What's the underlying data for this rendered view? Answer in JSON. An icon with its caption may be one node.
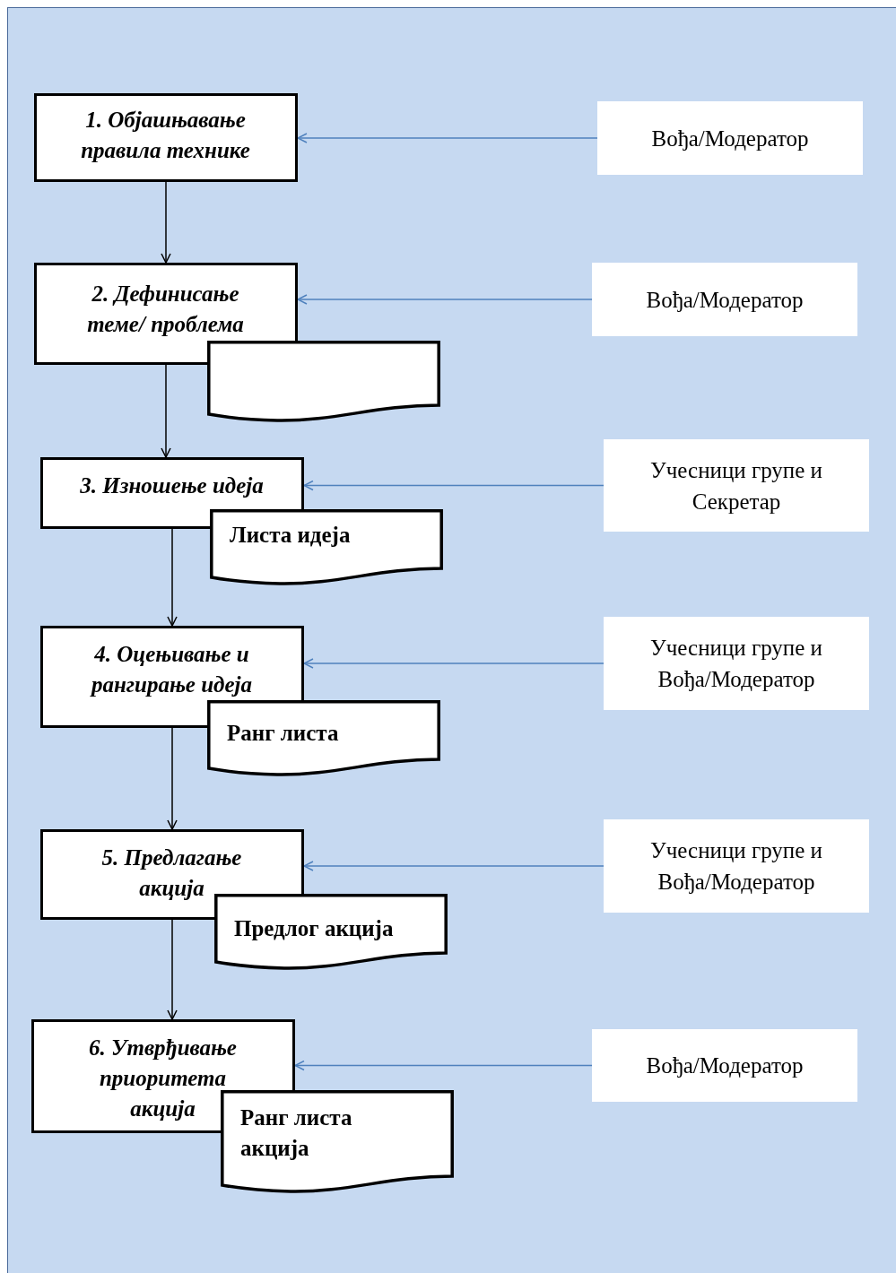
{
  "diagram": {
    "nodes": [
      {
        "text": [
          "1. Објашњавање правила технике"
        ]
      },
      {
        "text": [
          "Вођа/Модератор"
        ]
      },
      {
        "text": [
          "2. Дефинисање теме/ проблема"
        ]
      },
      {
        "text": [],
        "shape": "document"
      },
      {
        "text": [
          "Вођа/Модератор"
        ]
      },
      {
        "text": [
          "3. Изношење идеја"
        ]
      },
      {
        "text": [
          "Листа идеја"
        ]
      },
      {
        "text": [
          "Учесници групе и Секретар"
        ]
      },
      {
        "text": [
          "4. Оцењивање и рангирање идеја"
        ]
      },
      {
        "text": [
          "Ранг листа"
        ]
      },
      {
        "text": [
          "Учесници групе и Вођа/Модератор"
        ]
      },
      {
        "text": [
          "5. Предлагање акција"
        ]
      },
      {
        "text": [
          "Предлог акција"
        ]
      },
      {
        "text": [
          "Учесници групе и Вођа/Модератор"
        ]
      },
      {
        "text": [
          "6. Утврђивање приоритета акција"
        ]
      },
      {
        "text": [
          "Ранг листа акција"
        ]
      },
      {
        "text": [
          "Вођа/Модератор"
        ]
      }
    ],
    "edges": [
      {
        "from": 0,
        "to": 2,
        "arrow": "to",
        "color": "#000000"
      },
      {
        "from": 2,
        "to": 5,
        "arrow": "to",
        "color": "#000000"
      },
      {
        "from": 5,
        "to": 8,
        "arrow": "to",
        "color": "#000000"
      },
      {
        "from": 8,
        "to": 11,
        "arrow": "to",
        "color": "#000000"
      },
      {
        "from": 11,
        "to": 14,
        "arrow": "to",
        "color": "#000000"
      },
      {
        "from": 1,
        "to": 0,
        "arrow": "to"
      },
      {
        "from": 4,
        "to": 2,
        "arrow": "to"
      },
      {
        "from": 7,
        "to": 5,
        "arrow": "to"
      },
      {
        "from": 10,
        "to": 8,
        "arrow": "to"
      },
      {
        "from": 13,
        "to": 11,
        "arrow": "to"
      },
      {
        "from": 16,
        "to": 14,
        "arrow": "to"
      }
    ]
  }
}
